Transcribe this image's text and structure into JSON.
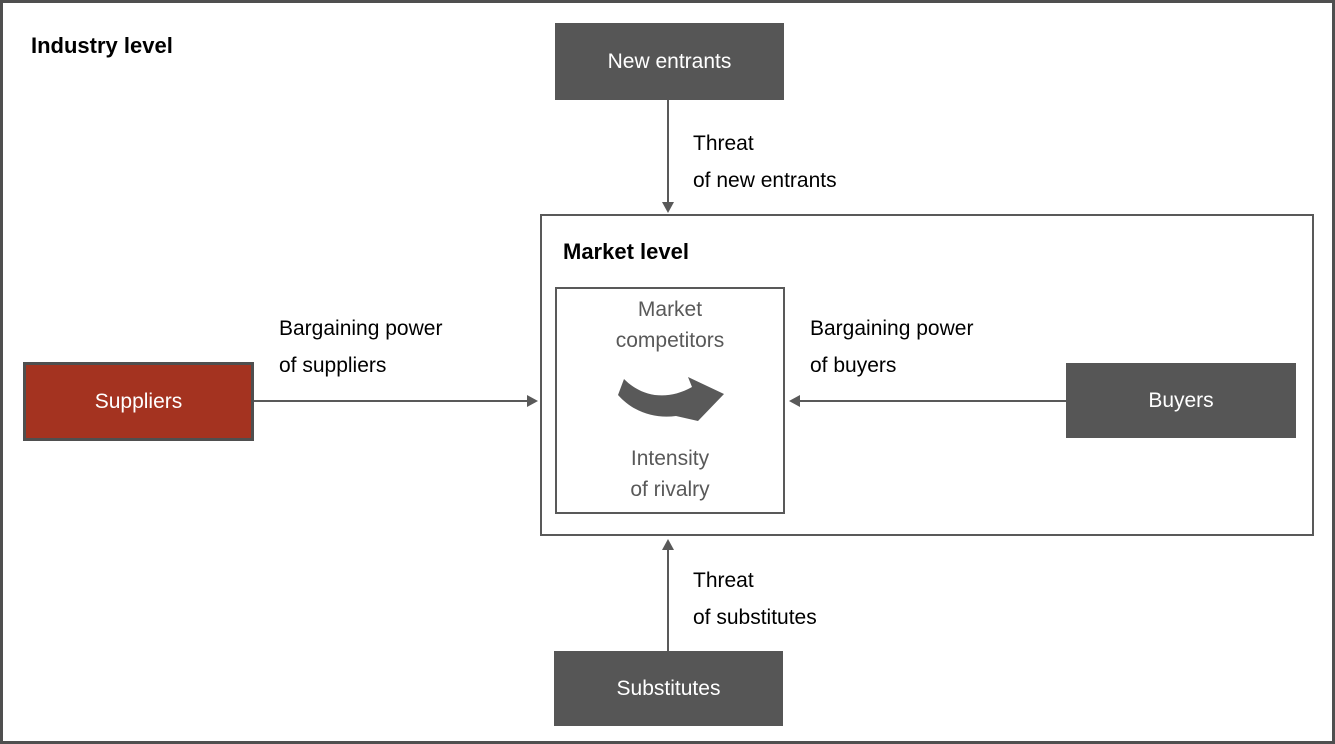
{
  "labels": {
    "industry_level": "Industry level",
    "market_level": "Market level"
  },
  "boxes": {
    "new_entrants": {
      "label": "New entrants",
      "fill": "#565656",
      "text_color": "#ffffff"
    },
    "suppliers": {
      "label": "Suppliers",
      "fill": "#a43320",
      "border": "#4f4f4f",
      "text_color": "#ffffff"
    },
    "buyers": {
      "label": "Buyers",
      "fill": "#565656",
      "text_color": "#ffffff"
    },
    "substitutes": {
      "label": "Substitutes",
      "fill": "#565656",
      "text_color": "#ffffff"
    },
    "market_competitors": {
      "label_top": "Market\ncompetitors",
      "label_bottom": "Intensity\nof rivalry",
      "text_color": "#595959"
    }
  },
  "arrow_labels": {
    "threat_new_entrants": "Threat\nof new entrants",
    "bargaining_suppliers": "Bargaining power\nof suppliers",
    "bargaining_buyers": "Bargaining power\nof buyers",
    "threat_substitutes": "Threat\nof substitutes"
  },
  "colors": {
    "line": "#595959",
    "frame_border": "#4f4f4f",
    "background": "#ffffff",
    "accent_red": "#a43320",
    "box_gray": "#565656"
  }
}
